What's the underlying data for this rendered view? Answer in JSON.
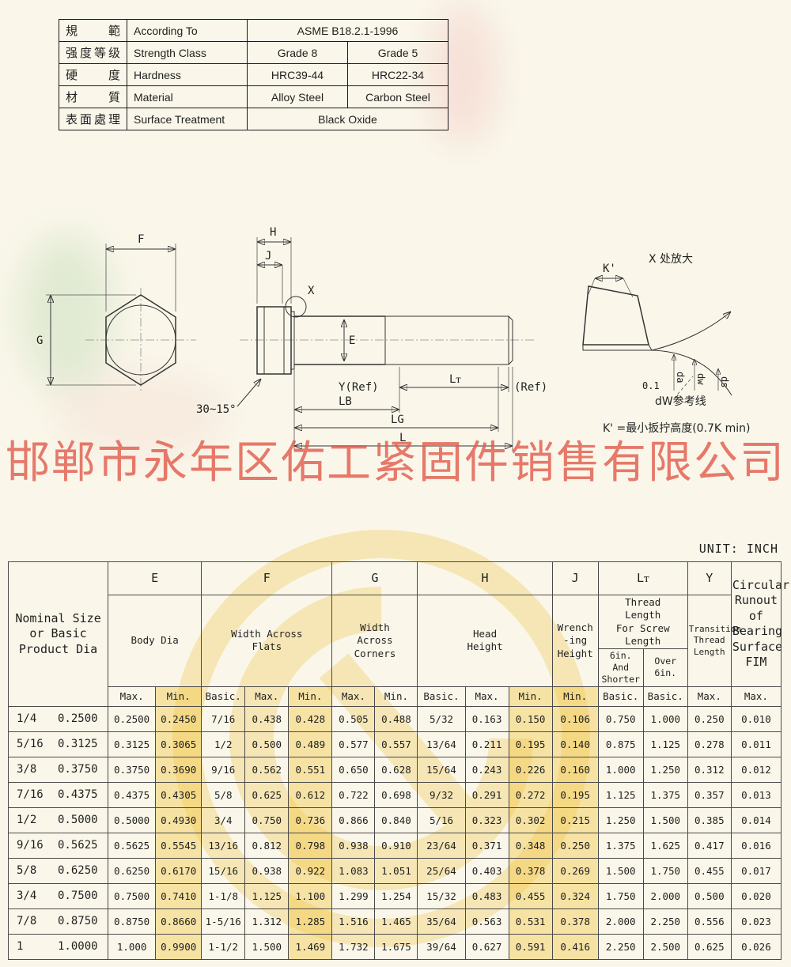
{
  "page": {
    "unit_label": "UNIT: INCH"
  },
  "spec_table": {
    "rows": [
      {
        "zh": "規範",
        "en": "According To",
        "values": [
          "ASME B18.2.1-1996"
        ]
      },
      {
        "zh": "强度等级",
        "en": "Strength Class",
        "values": [
          "Grade 8",
          "Grade 5"
        ]
      },
      {
        "zh": "硬度",
        "en": "Hardness",
        "values": [
          "HRC39-44",
          "HRC22-34"
        ]
      },
      {
        "zh": "材質",
        "en": "Material",
        "values": [
          "Alloy Steel",
          "Carbon Steel"
        ]
      },
      {
        "zh": "表面處理",
        "en": "Surface Treatment",
        "values": [
          "Black  Oxide"
        ]
      }
    ]
  },
  "watermark": {
    "company": "邯郸市永年区佑工紧固件销售有限公司",
    "red": "#e25a4b",
    "gold": "#edbb2a"
  },
  "drawing": {
    "front": {
      "f": "F",
      "g": "G"
    },
    "side": {
      "h": "H",
      "j": "J",
      "x": "X",
      "e": "E",
      "y_ref": "Y(Ref)",
      "lt": "Lᴛ",
      "ref": "(Ref)",
      "lb": "LB",
      "lg": "LG",
      "l": "L",
      "angle": "30~15°"
    },
    "detail": {
      "title": "X 处放大",
      "k": "K'",
      "tol": "0.1",
      "da": "da",
      "dw": "dw",
      "ds": "ds",
      "dw_note": "dW参考线",
      "k_note": "K' =最小扳拧高度(0.7K min)"
    }
  },
  "dim_table": {
    "nominal_header": "Nominal Size\nor Basic\nProduct Dia",
    "groups": {
      "e": {
        "letter": "E",
        "desc": "Body Dia",
        "subs": [
          "Max.",
          "Min."
        ]
      },
      "f": {
        "letter": "F",
        "desc": "Width Across\nFlats",
        "subs": [
          "Basic.",
          "Max.",
          "Min."
        ]
      },
      "g": {
        "letter": "G",
        "desc": "Width\nAcross\nCorners",
        "subs": [
          "Max.",
          "Min."
        ]
      },
      "h": {
        "letter": "H",
        "desc": "Head\nHeight",
        "subs": [
          "Basic.",
          "Max.",
          "Min."
        ]
      },
      "j": {
        "letter": "J",
        "desc": "Wrench\n-ing\nHeight",
        "subs": [
          "Min."
        ]
      },
      "lt": {
        "letter": "Lᴛ",
        "desc": "Thread\nLength\nFor Screw\nLength",
        "subgroups": [
          "6in. And\nShorter",
          "Over\n6in."
        ],
        "subs": [
          "Basic.",
          "Basic."
        ]
      },
      "y": {
        "letter": "Y",
        "desc": "Transition\nThread\nLength",
        "subs": [
          "Max."
        ]
      },
      "fim": {
        "desc": "Circular\nRunout\nof\nBearing\nSurface\nFIM",
        "subs": [
          "Max."
        ]
      }
    },
    "highlight_value_cols": [
      1,
      4,
      9,
      10
    ],
    "rows": [
      {
        "size": "1/4",
        "dia": "0.2500",
        "values": [
          "0.2500",
          "0.2450",
          "7/16",
          "0.438",
          "0.428",
          "0.505",
          "0.488",
          "5/32",
          "0.163",
          "0.150",
          "0.106",
          "0.750",
          "1.000",
          "0.250",
          "0.010"
        ]
      },
      {
        "size": "5/16",
        "dia": "0.3125",
        "values": [
          "0.3125",
          "0.3065",
          "1/2",
          "0.500",
          "0.489",
          "0.577",
          "0.557",
          "13/64",
          "0.211",
          "0.195",
          "0.140",
          "0.875",
          "1.125",
          "0.278",
          "0.011"
        ]
      },
      {
        "size": "3/8",
        "dia": "0.3750",
        "values": [
          "0.3750",
          "0.3690",
          "9/16",
          "0.562",
          "0.551",
          "0.650",
          "0.628",
          "15/64",
          "0.243",
          "0.226",
          "0.160",
          "1.000",
          "1.250",
          "0.312",
          "0.012"
        ]
      },
      {
        "size": "7/16",
        "dia": "0.4375",
        "values": [
          "0.4375",
          "0.4305",
          "5/8",
          "0.625",
          "0.612",
          "0.722",
          "0.698",
          "9/32",
          "0.291",
          "0.272",
          "0.195",
          "1.125",
          "1.375",
          "0.357",
          "0.013"
        ]
      },
      {
        "size": "1/2",
        "dia": "0.5000",
        "values": [
          "0.5000",
          "0.4930",
          "3/4",
          "0.750",
          "0.736",
          "0.866",
          "0.840",
          "5/16",
          "0.323",
          "0.302",
          "0.215",
          "1.250",
          "1.500",
          "0.385",
          "0.014"
        ]
      },
      {
        "size": "9/16",
        "dia": "0.5625",
        "values": [
          "0.5625",
          "0.5545",
          "13/16",
          "0.812",
          "0.798",
          "0.938",
          "0.910",
          "23/64",
          "0.371",
          "0.348",
          "0.250",
          "1.375",
          "1.625",
          "0.417",
          "0.016"
        ]
      },
      {
        "size": "5/8",
        "dia": "0.6250",
        "values": [
          "0.6250",
          "0.6170",
          "15/16",
          "0.938",
          "0.922",
          "1.083",
          "1.051",
          "25/64",
          "0.403",
          "0.378",
          "0.269",
          "1.500",
          "1.750",
          "0.455",
          "0.017"
        ]
      },
      {
        "size": "3/4",
        "dia": "0.7500",
        "values": [
          "0.7500",
          "0.7410",
          "1-1/8",
          "1.125",
          "1.100",
          "1.299",
          "1.254",
          "15/32",
          "0.483",
          "0.455",
          "0.324",
          "1.750",
          "2.000",
          "0.500",
          "0.020"
        ]
      },
      {
        "size": "7/8",
        "dia": "0.8750",
        "values": [
          "0.8750",
          "0.8660",
          "1-5/16",
          "1.312",
          "1.285",
          "1.516",
          "1.465",
          "35/64",
          "0.563",
          "0.531",
          "0.378",
          "2.000",
          "2.250",
          "0.556",
          "0.023"
        ]
      },
      {
        "size": "1",
        "dia": "1.0000",
        "values": [
          "1.000",
          "0.9900",
          "1-1/2",
          "1.500",
          "1.469",
          "1.732",
          "1.675",
          "39/64",
          "0.627",
          "0.591",
          "0.416",
          "2.250",
          "2.500",
          "0.625",
          "0.026"
        ]
      }
    ]
  }
}
